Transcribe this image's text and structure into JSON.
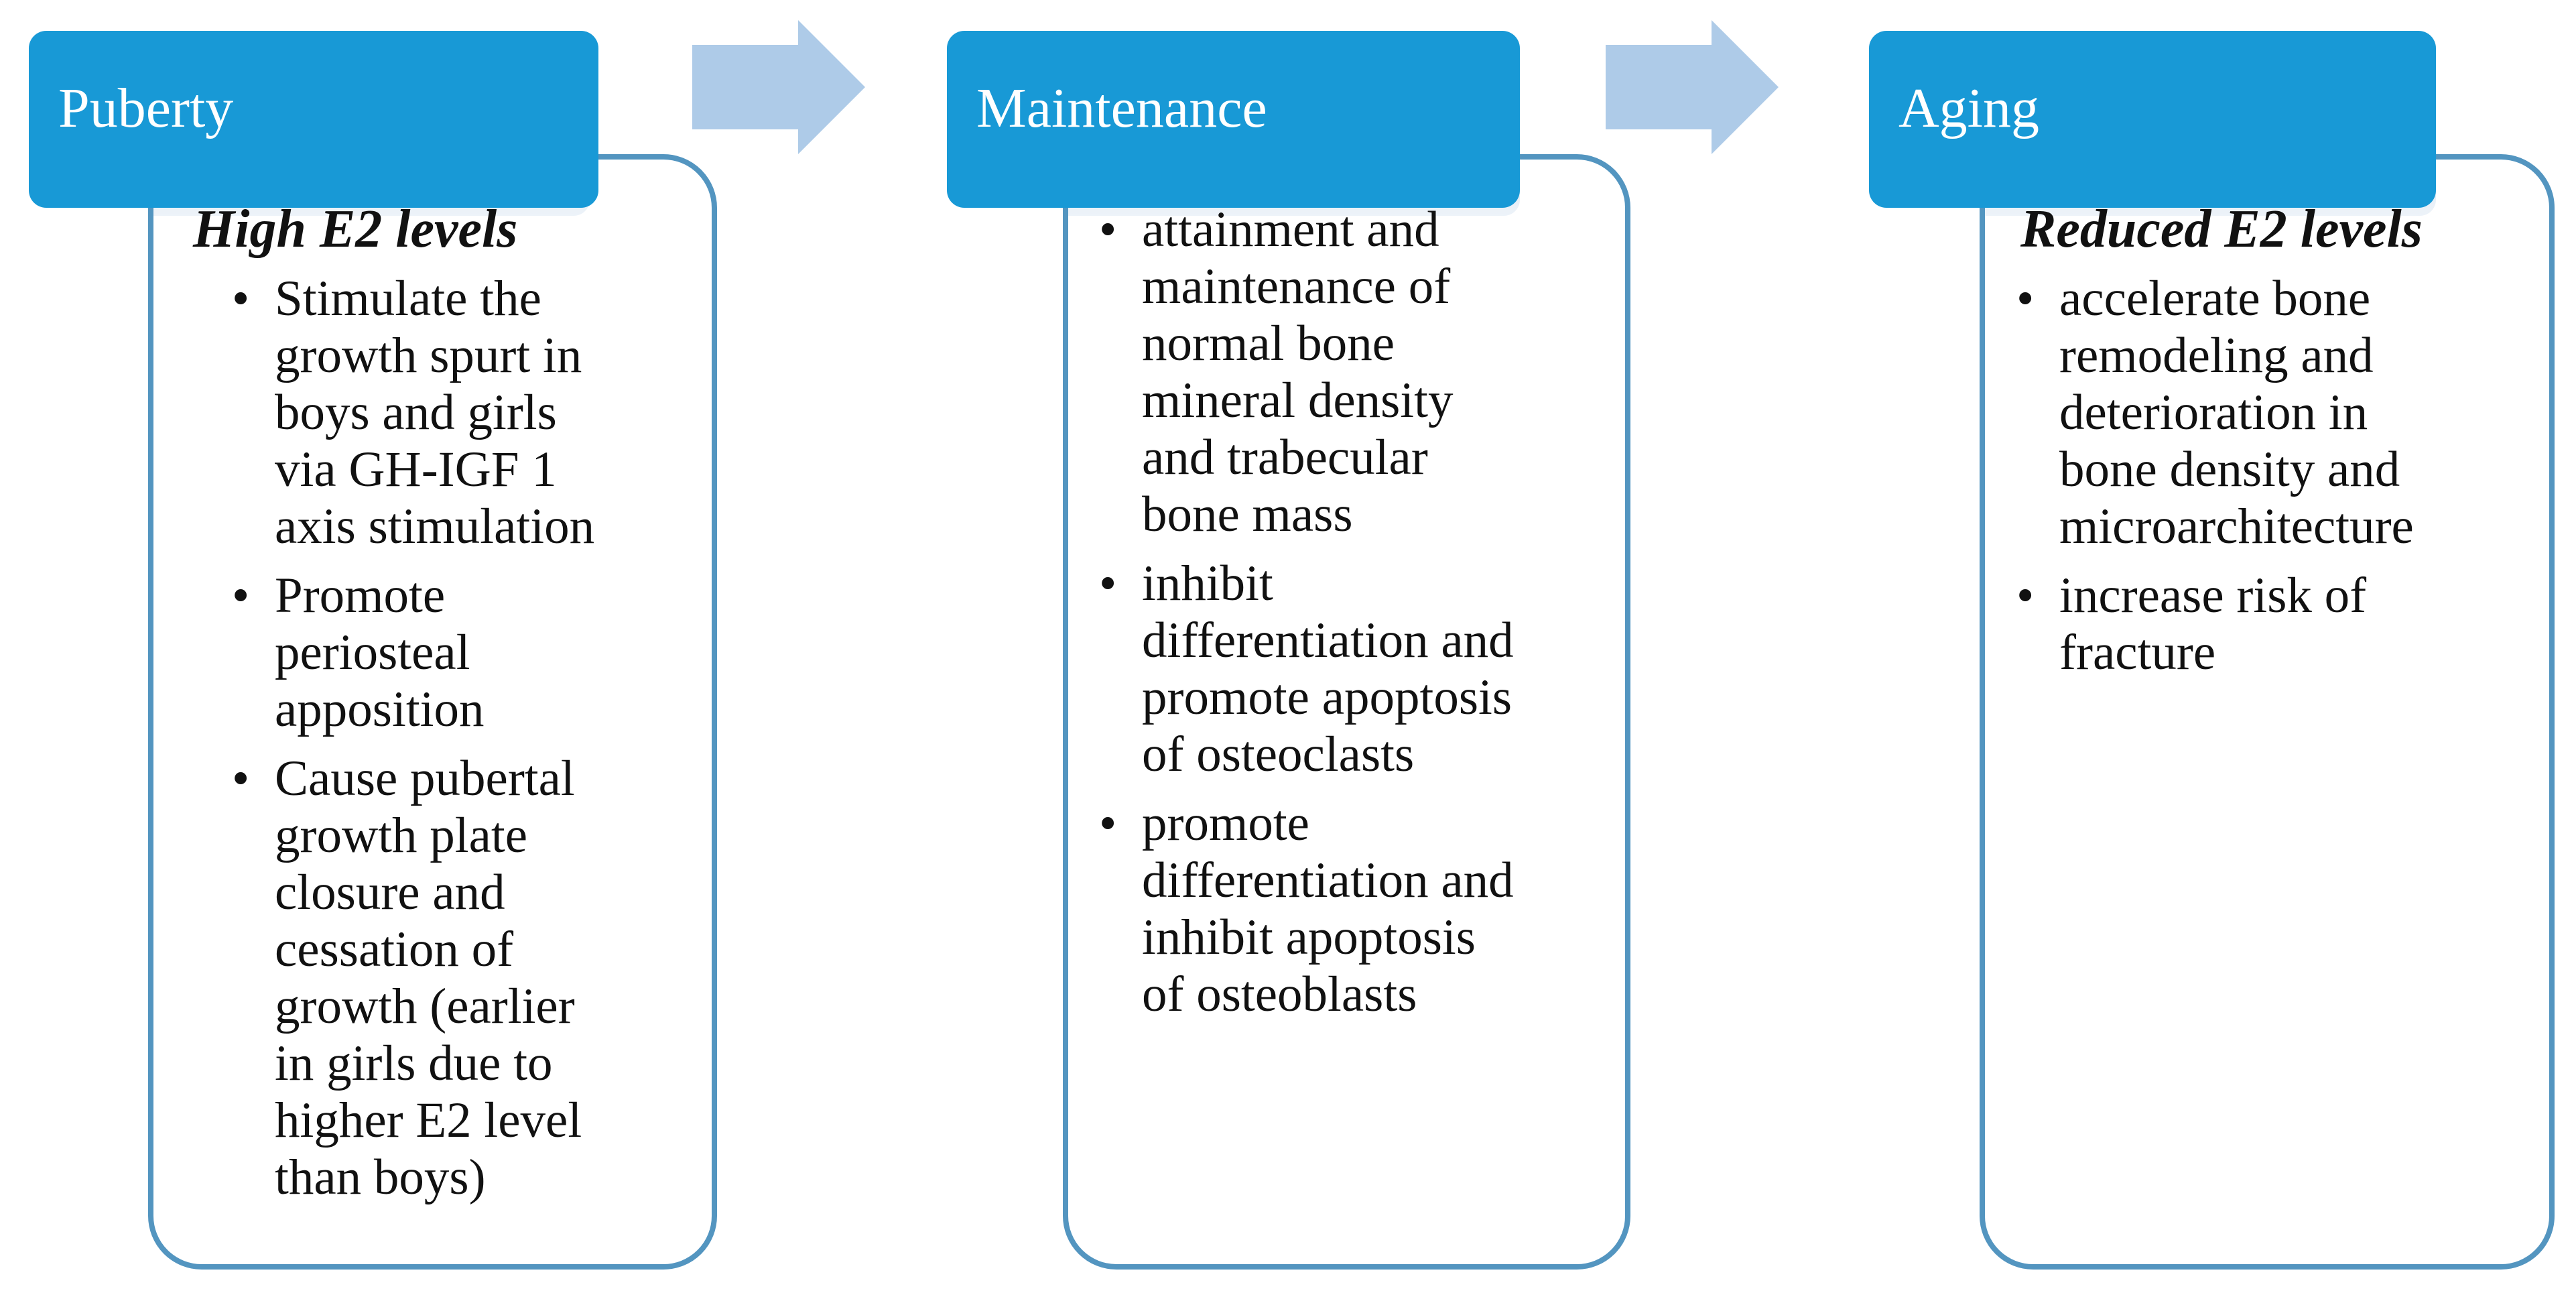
{
  "diagram": {
    "name": "estrogen-bone-life-stages-process",
    "colors": {
      "header_blue": "#1899d6",
      "arrow_blue": "#aecbe8",
      "body_border_blue": "#5395c0",
      "band_gray_blue": "#e3ebf4",
      "text_black": "#111111",
      "header_text_white": "#ffffff"
    },
    "bullet_glyph": "•",
    "columns": [
      {
        "header": "Puberty",
        "heading": "High E2 levels",
        "bullets": [
          "Stimulate the\ngrowth spurt in\nboys and girls\nvia GH-IGF 1\naxis stimulation",
          "Promote\nperiosteal\napposition",
          "Cause pubertal\ngrowth plate\nclosure and\ncessation of\ngrowth (earlier\nin girls due to\nhigher E2 level\nthan boys)"
        ]
      },
      {
        "header": "Maintenance",
        "bullets": [
          "attainment and\nmaintenance of\nnormal bone\nmineral density\nand trabecular\nbone mass",
          "inhibit\ndifferentiation and\npromote apoptosis\nof osteoclasts",
          "promote\ndifferentiation and\ninhibit apoptosis\nof osteoblasts"
        ]
      },
      {
        "header": "Aging",
        "heading": "Reduced E2 levels",
        "bullets": [
          "accelerate bone\nremodeling and\ndeterioration in\nbone density and\nmicroarchitecture",
          "increase risk of\nfracture"
        ]
      }
    ]
  }
}
